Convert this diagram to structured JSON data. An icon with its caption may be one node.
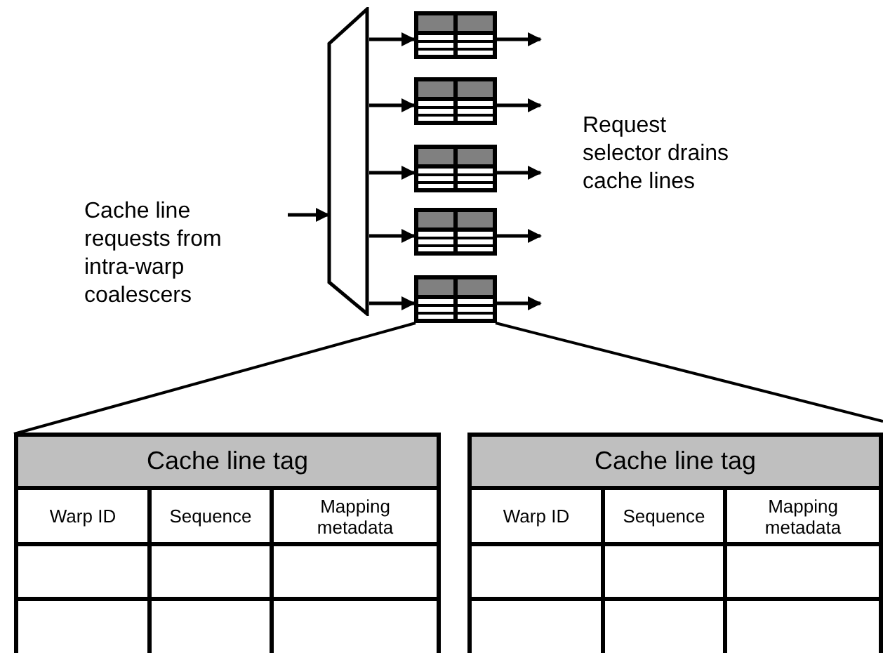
{
  "diagram": {
    "nodes": [
      {
        "text": [],
        "shape": "trapezoid"
      },
      {
        "text": [],
        "shape": "box"
      },
      {
        "text": [],
        "shape": "box"
      },
      {
        "text": [],
        "shape": "box"
      },
      {
        "text": [],
        "shape": "box"
      },
      {
        "text": [],
        "shape": "box"
      },
      {
        "text": [
          "Cache line tag",
          "Warp ID",
          "Sequence",
          "Mapping metadata"
        ]
      },
      {
        "text": [
          "Cache line tag",
          "Warp ID",
          "Sequence",
          "Mapping metadata"
        ]
      }
    ],
    "edges": [
      {
        "from": null,
        "to": 0,
        "arrow": "to"
      },
      {
        "from": 0,
        "to": 1,
        "arrow": "to"
      },
      {
        "from": 0,
        "to": 2,
        "arrow": "to"
      },
      {
        "from": 0,
        "to": 3,
        "arrow": "to"
      },
      {
        "from": 0,
        "to": 4,
        "arrow": "to"
      },
      {
        "from": 0,
        "to": 5,
        "arrow": "to"
      },
      {
        "from": 1,
        "to": null,
        "arrow": "to"
      },
      {
        "from": 2,
        "to": null,
        "arrow": "to"
      },
      {
        "from": 3,
        "to": null,
        "arrow": "to"
      },
      {
        "from": 4,
        "to": null,
        "arrow": "to"
      },
      {
        "from": 5,
        "to": null,
        "arrow": "to"
      },
      {
        "from": 5,
        "to": 6,
        "arrow": "none"
      },
      {
        "from": 5,
        "to": 7,
        "arrow": "none"
      }
    ],
    "labels": [
      "Cache line requests from intra-warp coalescers",
      "Request selector drains cache lines"
    ]
  }
}
